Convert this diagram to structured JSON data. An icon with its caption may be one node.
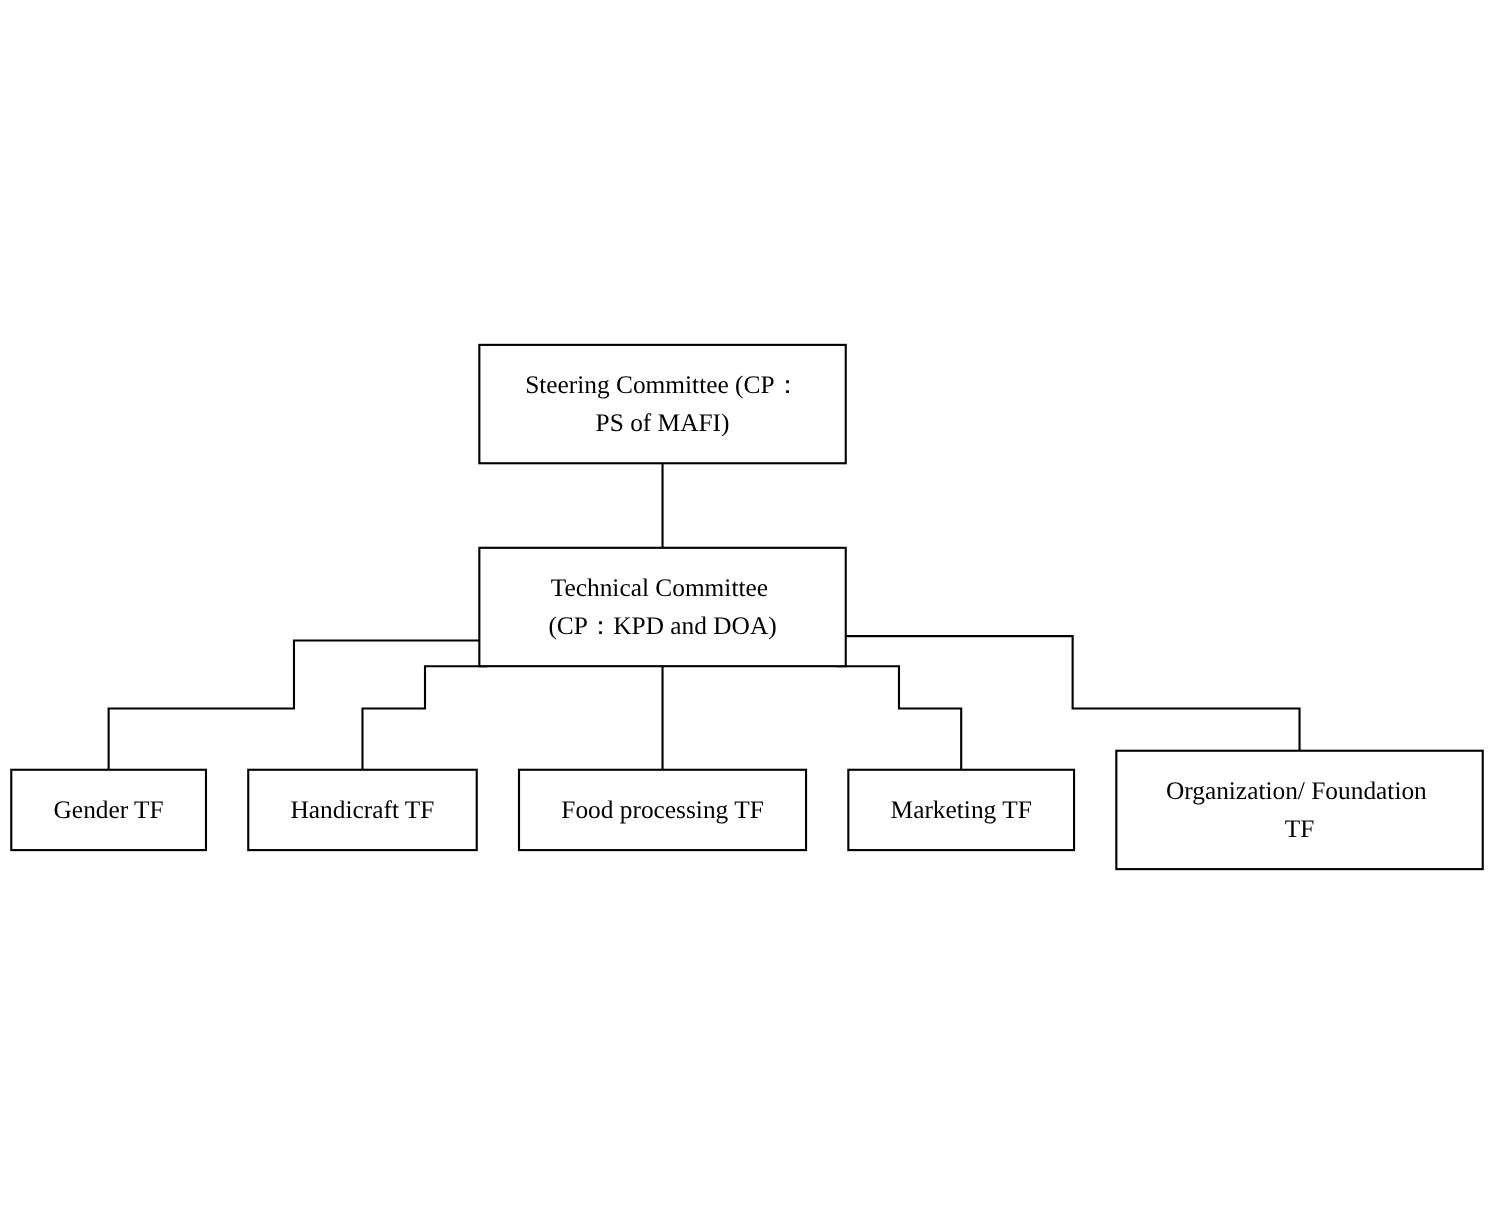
{
  "diagram": {
    "nodes": [
      {
        "text": [
          "Steering Committee (CP：PS of MAFI)"
        ]
      },
      {
        "text": [
          "Technical Committee (CP：KPD and DOA)"
        ]
      },
      {
        "text": [
          "Gender TF"
        ]
      },
      {
        "text": [
          "Handicraft TF"
        ]
      },
      {
        "text": [
          "Food processing TF"
        ]
      },
      {
        "text": [
          "Marketing TF"
        ]
      },
      {
        "text": [
          "Organization/ Foundation TF"
        ]
      }
    ],
    "edges": [
      {
        "from": 0,
        "to": 1,
        "arrow": "none"
      },
      {
        "from": 1,
        "to": 2,
        "arrow": "none"
      },
      {
        "from": 1,
        "to": 3,
        "arrow": "none"
      },
      {
        "from": 1,
        "to": 4,
        "arrow": "none"
      },
      {
        "from": 1,
        "to": 5,
        "arrow": "none"
      },
      {
        "from": 1,
        "to": 6,
        "arrow": "none"
      }
    ]
  }
}
